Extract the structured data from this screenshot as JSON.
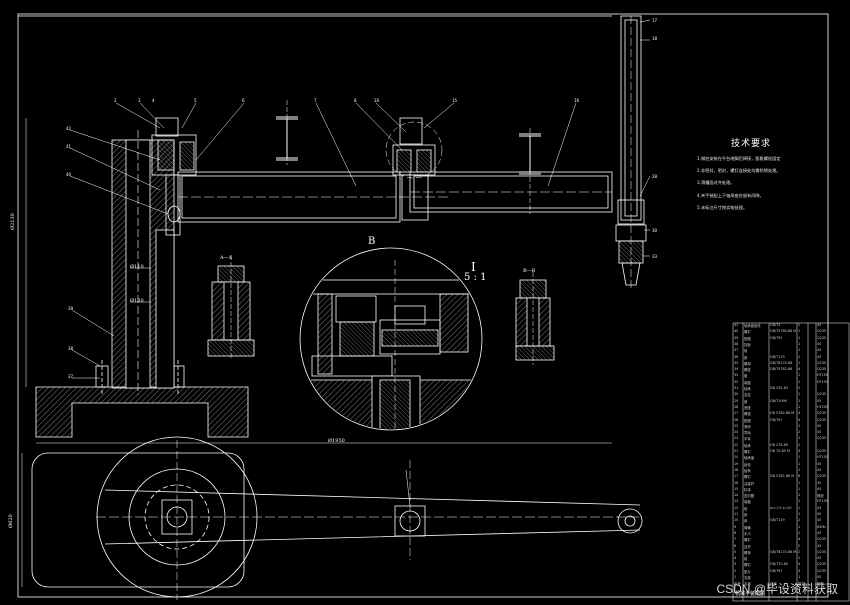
{
  "tech_requirements": {
    "title": "技术要求",
    "items": [
      "1.钢柱安装在平台地脚后焊接，膨胀螺栓固定",
      "2.非密封，密封，螺钉连接处均需防锈处理。",
      "3.滑槽面对齐处理。",
      "4.夹手装配上下轴承座应留有间隙。",
      "5.未标注尺寸按实物处理。"
    ]
  },
  "detail_labels": {
    "I": "I",
    "scale": "5 : 1",
    "B": "B",
    "section_AA": "A—A",
    "section_BB": "B—B"
  },
  "dimensions": {
    "overall_height": "Ø2130",
    "col_dia_1": "Ø110",
    "col_dia_2": "Ø130",
    "base_width": "Ø1950",
    "plan_dim": "Ø620"
  },
  "bom": {
    "rows": [
      [
        "41",
        "轴承座组件",
        "GB/T3",
        "1",
        "",
        "45"
      ],
      [
        "40",
        "螺钉",
        "GB/T5780-86 M",
        "1",
        "",
        "Q235"
      ],
      [
        "39",
        "垫圈",
        "GB/T95",
        "1",
        "",
        "Q235"
      ],
      [
        "38",
        "挡板",
        "",
        "1",
        "",
        "45"
      ],
      [
        "37",
        "轴",
        "",
        "1",
        "",
        "45"
      ],
      [
        "36",
        "销",
        "GB/T119",
        "2",
        "",
        "45"
      ],
      [
        "35",
        "螺母",
        "GB/T6170-86",
        "1",
        "",
        "Q235"
      ],
      [
        "34",
        "螺栓",
        "GB/T5782-86",
        "4",
        "",
        "Q235"
      ],
      [
        "33",
        "套",
        "",
        "1",
        "",
        "HT150"
      ],
      [
        "32",
        "端盖",
        "",
        "1",
        "",
        "HT150"
      ],
      [
        "31",
        "轴承",
        "GB 292-83",
        "2",
        "",
        ""
      ],
      [
        "30",
        "支柱",
        "",
        "1",
        "",
        "Q235"
      ],
      [
        "29",
        "键",
        "GB/T1096",
        "1",
        "",
        "45"
      ],
      [
        "28",
        "底座",
        "",
        "1",
        "",
        "HT200"
      ],
      [
        "27",
        "螺栓",
        "GB 5782-86 M",
        "4",
        "",
        "Q235"
      ],
      [
        "26",
        "垫圈",
        "GB/T97",
        "4",
        "",
        "Q235"
      ],
      [
        "25",
        "滑块",
        "",
        "1",
        "",
        "45"
      ],
      [
        "24",
        "导轨",
        "",
        "2",
        "",
        "45"
      ],
      [
        "23",
        "手臂",
        "",
        "1",
        "",
        "Q235"
      ],
      [
        "22",
        "轴承",
        "GB 276-89",
        "2",
        "",
        ""
      ],
      [
        "21",
        "螺钉",
        "GB 70-85 M",
        "4",
        "",
        "Q235"
      ],
      [
        "20",
        "轴承盖",
        "",
        "1",
        "",
        "HT150"
      ],
      [
        "19",
        "齿轮",
        "",
        "1",
        "",
        "45"
      ],
      [
        "18",
        "齿条",
        "",
        "1",
        "",
        "45"
      ],
      [
        "17",
        "螺钉",
        "GB 5782-86 M",
        "6",
        "",
        "Q235"
      ],
      [
        "16",
        "活塞杆",
        "",
        "1",
        "",
        "45"
      ],
      [
        "15",
        "缸体",
        "",
        "1",
        "",
        "45"
      ],
      [
        "14",
        "密封圈",
        "",
        "2",
        "",
        "橡胶"
      ],
      [
        "13",
        "端盖",
        "",
        "1",
        "",
        "HT150"
      ],
      [
        "12",
        "轴",
        "m=1.5 z=20",
        "1",
        "",
        "45"
      ],
      [
        "11",
        "销",
        "",
        "1",
        "",
        "45"
      ],
      [
        "10",
        "销",
        "GB/T119",
        "2",
        "",
        "45"
      ],
      [
        "9",
        "弹簧",
        "",
        "1",
        "",
        "65Mn"
      ],
      [
        "8",
        "手爪",
        "",
        "2",
        "",
        "45"
      ],
      [
        "7",
        "螺钉",
        "",
        "4",
        "",
        "Q235"
      ],
      [
        "6",
        "连杆",
        "",
        "2",
        "",
        "45"
      ],
      [
        "5",
        "螺母",
        "GB/T6170-86 M",
        "2",
        "",
        "Q235"
      ],
      [
        "4",
        "轴",
        "",
        "1",
        "",
        "45"
      ],
      [
        "3",
        "螺钉",
        "GB/T70-85",
        "4",
        "",
        "Q235"
      ],
      [
        "2",
        "垫片",
        "GB/T97",
        "4",
        "",
        "Q235"
      ],
      [
        "1",
        "支架",
        "",
        "1",
        "",
        "45"
      ]
    ],
    "header": [
      "序号",
      "名称",
      "代号",
      "数量",
      "",
      "材料"
    ],
    "footer": "机械手装配图"
  },
  "watermark": "CSDN @毕设资料获取"
}
